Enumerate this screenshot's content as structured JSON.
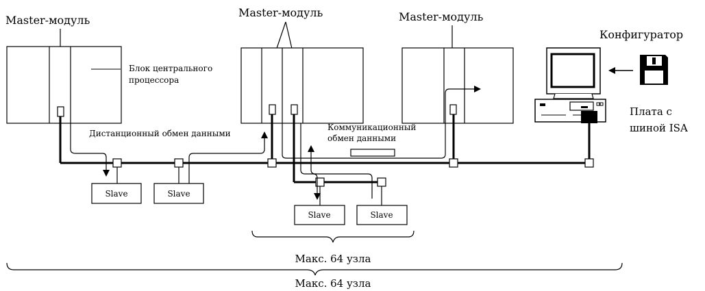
{
  "labels": {
    "master_left": "Master-модуль",
    "master_mid": "Master-модуль",
    "master_right": "Master-модуль",
    "configurator": "Конфигуратор",
    "cpu_block_line1": "Блок центрального",
    "cpu_block_line2": "процессора",
    "remote_exchange": "Дистанционный обмен данными",
    "comm_exchange_line1": "Коммуникационный",
    "comm_exchange_line2": "обмен данными",
    "isa_line1": "Плата с",
    "isa_line2": "шиной ISA",
    "max_nodes_inner": "Макс. 64 узла",
    "max_nodes_outer": "Макс. 64 узла"
  },
  "slaves": [
    "Slave",
    "Slave",
    "Slave",
    "Slave"
  ]
}
